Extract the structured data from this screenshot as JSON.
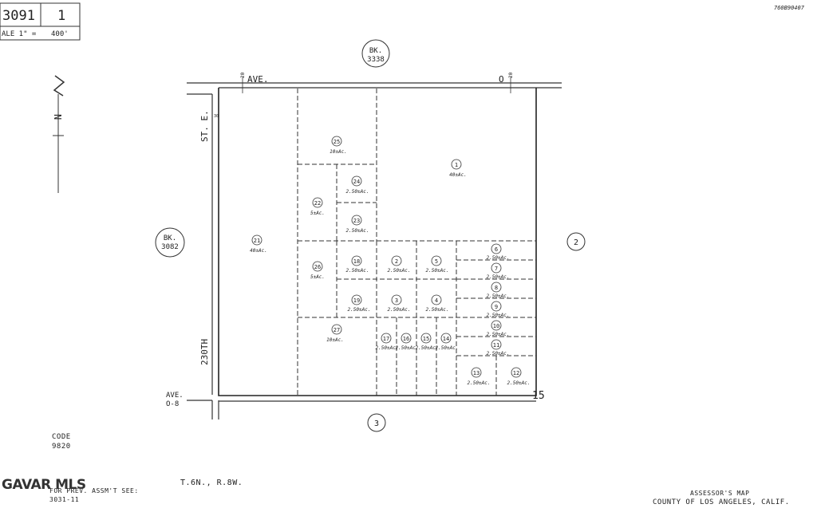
{
  "header": {
    "book": "3091",
    "page": "1",
    "scale_label": "ALE 1\" =",
    "scale_value": "400'",
    "doc_number": "760B90407"
  },
  "adjacent_books": {
    "north": {
      "prefix": "BK.",
      "num": "3338"
    },
    "west": {
      "prefix": "BK.",
      "num": "3082"
    }
  },
  "adjacent_pages": {
    "east": "2",
    "south": "3"
  },
  "roads": {
    "north_ave": "AVE.",
    "north_ave_letter": "O",
    "west_street": "ST. E.",
    "west_street_num": "230TH",
    "south_ave": "AVE.",
    "south_ave_id": "O-8",
    "north_dims": "20",
    "west_dims": "30",
    "section_corner": "15"
  },
  "north_arrow": {
    "label": "N"
  },
  "parcels": [
    {
      "id": "25",
      "area": "10±Ac."
    },
    {
      "id": "1",
      "area": "40±Ac."
    },
    {
      "id": "24",
      "area": "2.50±Ac."
    },
    {
      "id": "22",
      "area": "5±Ac."
    },
    {
      "id": "23",
      "area": "2.50±Ac."
    },
    {
      "id": "21",
      "area": "40±Ac."
    },
    {
      "id": "26",
      "area": "5±Ac."
    },
    {
      "id": "18",
      "area": "2.50±Ac."
    },
    {
      "id": "2",
      "area": "2.50±Ac."
    },
    {
      "id": "5",
      "area": "2.50±Ac."
    },
    {
      "id": "6",
      "area": "2.50±Ac."
    },
    {
      "id": "7",
      "area": "2.50±Ac."
    },
    {
      "id": "19",
      "area": "2.50±Ac."
    },
    {
      "id": "3",
      "area": "2.50±Ac."
    },
    {
      "id": "4",
      "area": "2.50±Ac."
    },
    {
      "id": "8",
      "area": "2.50±Ac."
    },
    {
      "id": "9",
      "area": "2.50±Ac."
    },
    {
      "id": "27",
      "area": "10±Ac."
    },
    {
      "id": "17",
      "area": "2.50±Ac."
    },
    {
      "id": "16",
      "area": "2.50±Ac."
    },
    {
      "id": "15",
      "area": "2.50±Ac."
    },
    {
      "id": "14",
      "area": "2.50±Ac."
    },
    {
      "id": "10",
      "area": "2.50±Ac."
    },
    {
      "id": "11",
      "area": "2.50±Ac."
    },
    {
      "id": "13",
      "area": "2.50±Ac."
    },
    {
      "id": "12",
      "area": "2.50±Ac."
    }
  ],
  "footer": {
    "code_label": "CODE",
    "code_value": "9820",
    "prev_line1": "FOR PREV. ASSM'T SEE:",
    "prev_line2": "3031-11",
    "township": "T.6N., R.8W.",
    "map_title": "ASSESSOR'S MAP",
    "map_subtitle": "COUNTY OF LOS ANGELES, CALIF.",
    "watermark": "GAVAR MLS"
  }
}
